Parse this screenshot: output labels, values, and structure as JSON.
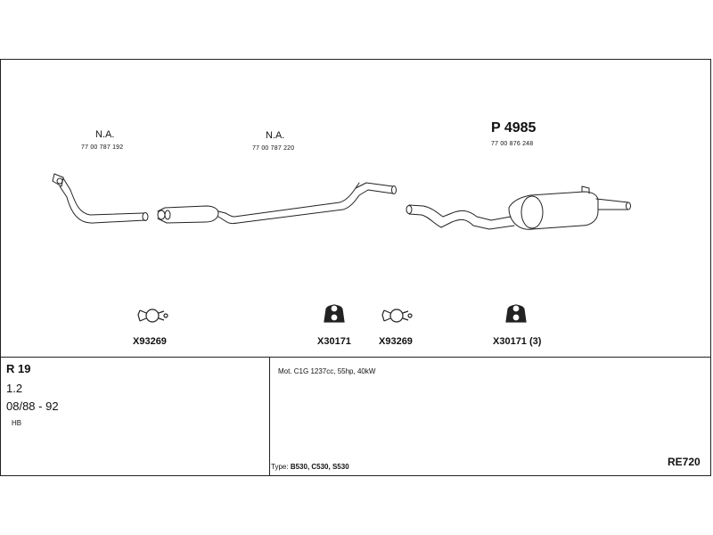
{
  "parts": {
    "front_pipe": {
      "label": "N.A.",
      "number": "77 00 787 192"
    },
    "middle_silencer": {
      "label": "N.A.",
      "number": "77 00 787 220"
    },
    "rear_silencer": {
      "label": "P 4985",
      "number": "77 00 876 248"
    }
  },
  "fittings": [
    {
      "code": "X93269",
      "icon": "clamp-icon"
    },
    {
      "code": "X30171",
      "icon": "rubber-hanger-icon"
    },
    {
      "code": "X93269",
      "icon": "clamp-icon"
    },
    {
      "code": "X30171 (3)",
      "icon": "rubber-hanger-icon"
    }
  ],
  "vehicle": {
    "model": "R 19",
    "engine_size": "1.2",
    "years": "08/88 - 92",
    "body": "HB"
  },
  "engine_info": "Mot. C1G 1237cc, 55hp, 40kW",
  "type_info": {
    "label": "Type:",
    "value": "B530, C530, S530"
  },
  "reference": "RE720",
  "colors": {
    "line": "#222222",
    "background": "#ffffff"
  }
}
